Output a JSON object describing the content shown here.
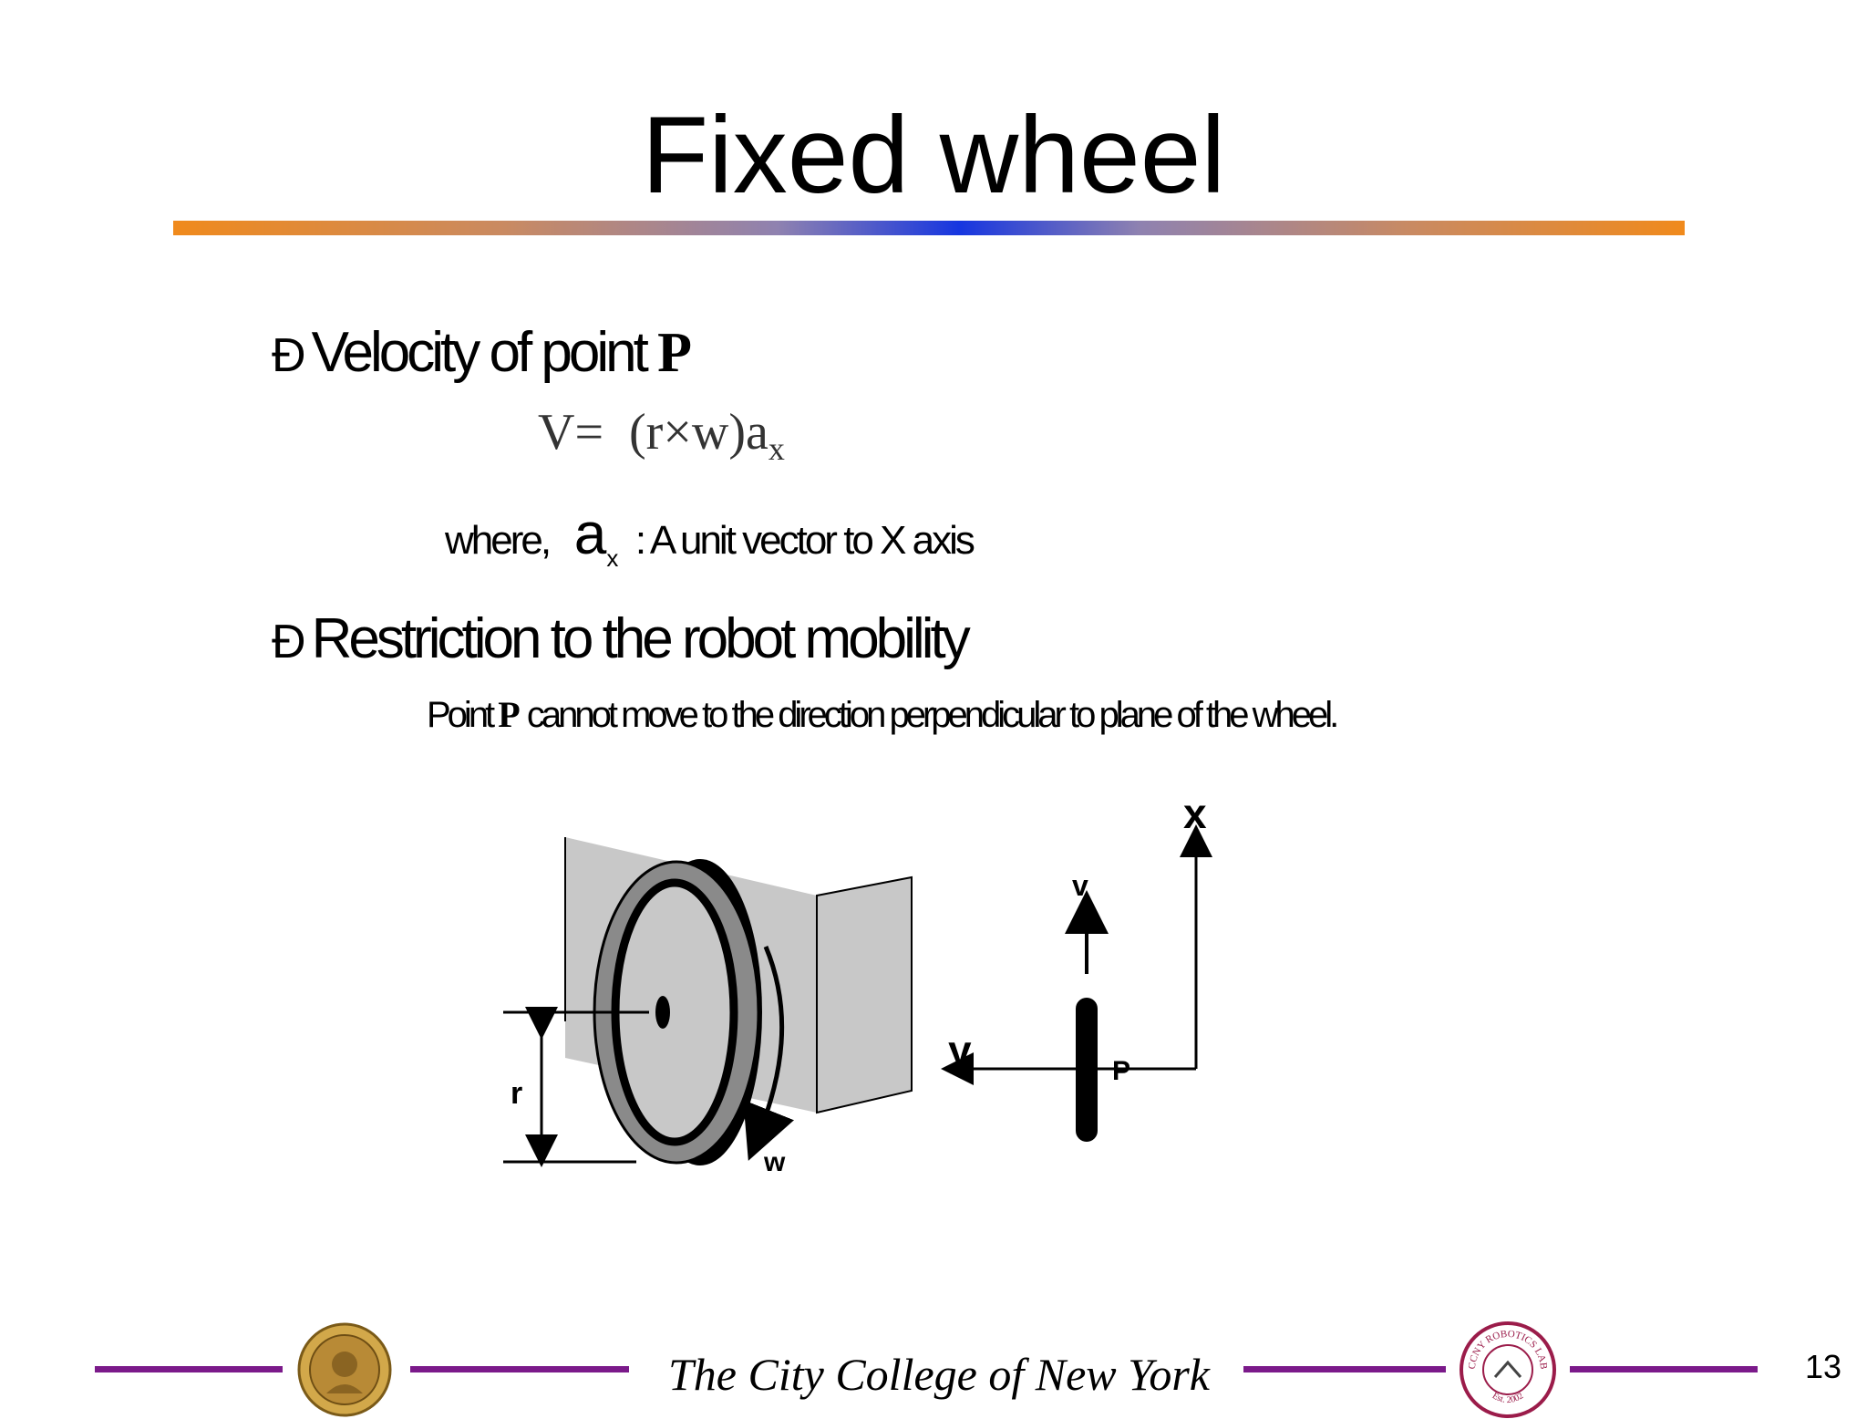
{
  "slide": {
    "title": "Fixed wheel",
    "bullet_mark": "Ð",
    "bullet1": {
      "text": "Velocity of point",
      "var": "P"
    },
    "formula": {
      "lhs": "V=",
      "rhs": "(r×w)a",
      "sub": "x"
    },
    "where": {
      "prefix": "where,",
      "symbol": "a",
      "sub": "x",
      "desc": ": A unit vector to X axis"
    },
    "bullet2": {
      "text": "Restriction to the robot mobility"
    },
    "sub2": {
      "pre": "Point",
      "var": "P",
      "post": "cannot move to the direction perpendicular to plane of the wheel."
    }
  },
  "diagram": {
    "labels": {
      "r": "r",
      "w": "w",
      "v": "v",
      "x": "x",
      "y": "y",
      "p": "P"
    }
  },
  "footer": {
    "institution": "The City College of New York",
    "page_number": "13",
    "seal_left": "ccny-seal",
    "seal_right": {
      "text_top": "CCNY ROBOTICS LAB",
      "text_bottom": "Est. 2002"
    }
  },
  "colors": {
    "footer_line": "#7b1a8a",
    "rule_orange": "#f08a1c",
    "rule_blue": "#1636e0"
  }
}
